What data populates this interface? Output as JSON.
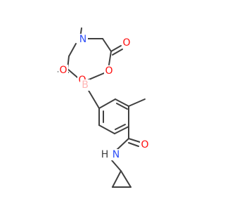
{
  "molecule": {
    "atoms": {
      "N_ring": "N",
      "O_ketone_right": "O",
      "O_ketone_left": "O",
      "O_ester_left": "O",
      "O_ester_right": "O",
      "B": "B",
      "O_amide": "O",
      "NH_amide": "N",
      "H_amide": "H"
    },
    "colors": {
      "bond": "#404040",
      "nitrogen": "#3050F8",
      "oxygen": "#FF0D0D",
      "boron": "#FFB5B5",
      "hydrogen": "#404040"
    }
  }
}
